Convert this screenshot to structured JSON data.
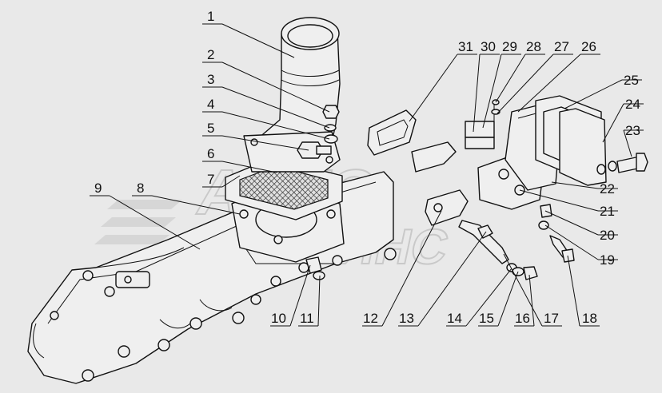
{
  "watermark": {
    "line1": "АВТО",
    "line2": "АЛЬЯНС"
  },
  "callouts": [
    "1",
    "2",
    "3",
    "4",
    "5",
    "6",
    "7",
    "8",
    "9",
    "10",
    "11",
    "12",
    "13",
    "14",
    "15",
    "16",
    "17",
    "18",
    "19",
    "20",
    "21",
    "22",
    "23",
    "24",
    "25",
    "26",
    "27",
    "28",
    "29",
    "30",
    "31"
  ]
}
